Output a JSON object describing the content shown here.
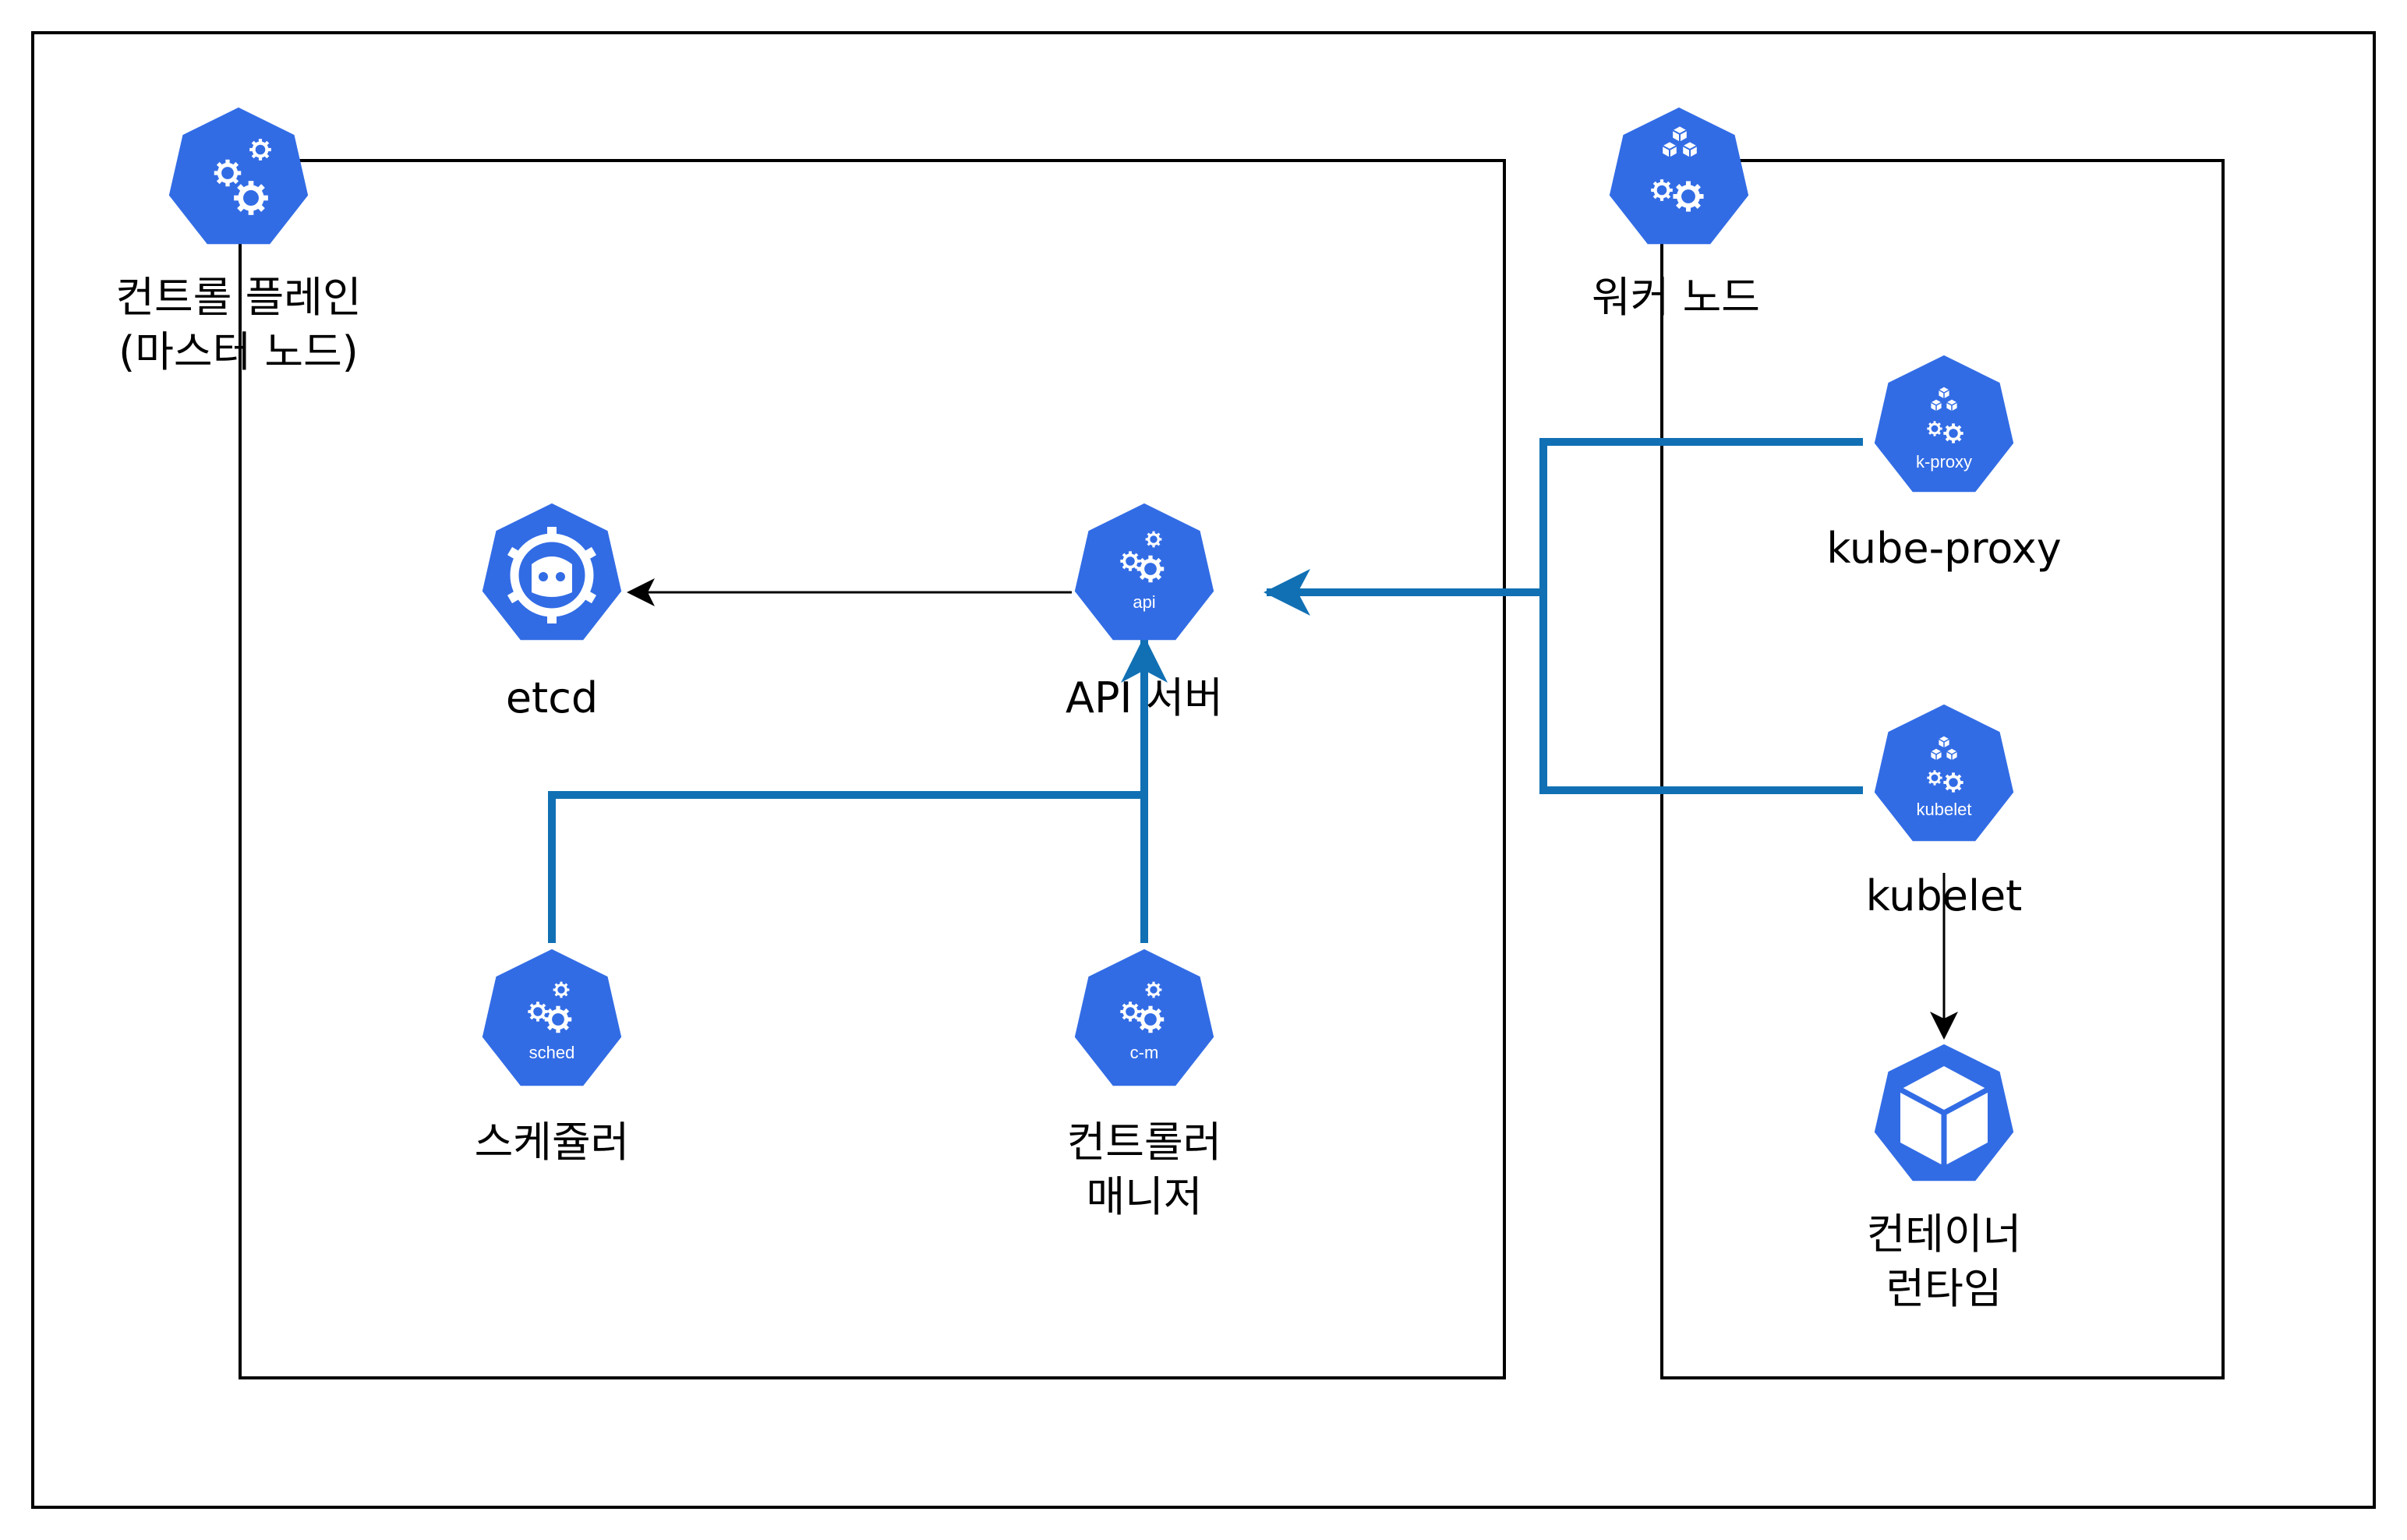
{
  "colors": {
    "k8s_blue": "#326CE5",
    "connector_blue": "#1170B4",
    "line_black": "#000000",
    "background": "#FFFFFF"
  },
  "control_plane": {
    "icon": "k8s-control-plane-icon",
    "title_line1": "컨트롤 플레인",
    "title_line2": "(마스터 노드)"
  },
  "worker_node": {
    "icon": "k8s-node-icon",
    "title": "워커 노드"
  },
  "components": {
    "etcd": {
      "icon": "etcd-icon",
      "label": "etcd"
    },
    "api": {
      "icon": "api-server-icon",
      "badge": "api",
      "label": "API 서버"
    },
    "sched": {
      "icon": "scheduler-icon",
      "badge": "sched",
      "label": "스케쥴러"
    },
    "cm": {
      "icon": "controller-manager-icon",
      "badge": "c-m",
      "label_line1": "컨트롤러",
      "label_line2": "매니저"
    },
    "kproxy": {
      "icon": "kube-proxy-icon",
      "badge": "k-proxy",
      "label": "kube-proxy"
    },
    "kubelet": {
      "icon": "kubelet-icon",
      "badge": "kubelet",
      "label": "kubelet"
    },
    "runtime": {
      "icon": "container-runtime-icon",
      "label_line1": "컨테이너",
      "label_line2": "런타임"
    }
  }
}
